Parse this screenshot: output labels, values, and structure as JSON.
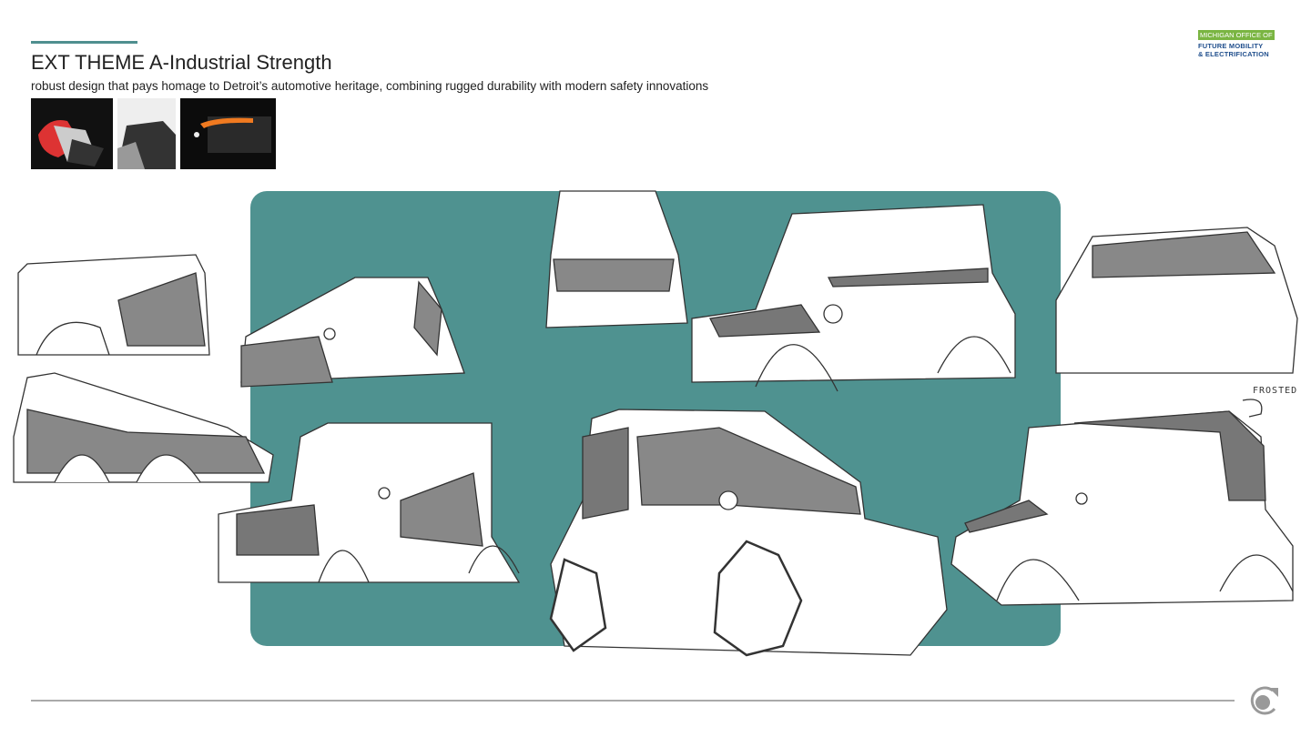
{
  "header": {
    "title": "EXT THEME A-Industrial Strength",
    "subtitle": "robust design that pays homage to Detroit’s automotive heritage, combining rugged durability with modern safety innovations"
  },
  "logo": {
    "line1": "MICHIGAN OFFICE OF",
    "line2": "FUTURE MOBILITY",
    "line3": "& ELECTRIFICATION"
  },
  "annotations": {
    "frosted": "FROSTED"
  },
  "colors": {
    "accent": "#4f8f8f",
    "panel": "#4f9290",
    "logo_green": "#7ab542",
    "logo_blue": "#1f4e8c"
  }
}
